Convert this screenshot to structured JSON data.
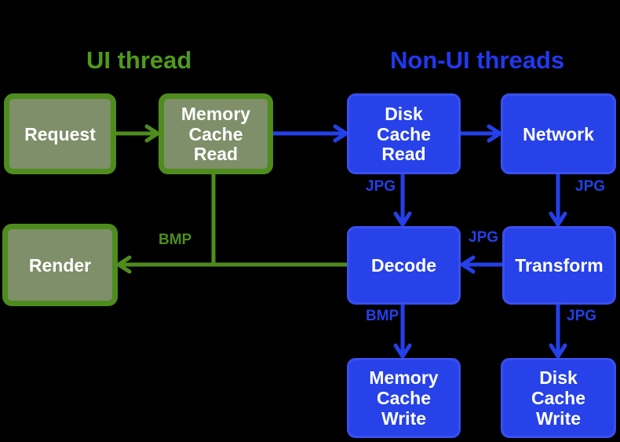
{
  "titles": {
    "ui_thread": "UI thread",
    "non_ui_threads": "Non-UI threads"
  },
  "nodes": {
    "request": "Request",
    "memory_cache_read": "Memory\nCache\nRead",
    "render": "Render",
    "disk_cache_read": "Disk\nCache\nRead",
    "network": "Network",
    "decode": "Decode",
    "transform": "Transform",
    "memory_cache_write": "Memory\nCache\nWrite",
    "disk_cache_write": "Disk\nCache\nWrite"
  },
  "edge_labels": {
    "disk_cache_read_to_decode": "JPG",
    "network_to_transform": "JPG",
    "transform_to_decode": "JPG",
    "decode_to_memory_cache_write": "BMP",
    "transform_to_disk_cache_write": "JPG",
    "decode_to_render": "BMP"
  },
  "colors": {
    "green_line": "#4e8c1e",
    "green_box_fill": "#7e8f69",
    "green_title": "#4f9a1e",
    "blue_line": "#2440ea",
    "blue_box_fill": "#2742e9",
    "blue_box_border": "#3a4ff0",
    "blue_title": "#2238ef",
    "box_text": "#ffffff",
    "background": "#000000"
  }
}
